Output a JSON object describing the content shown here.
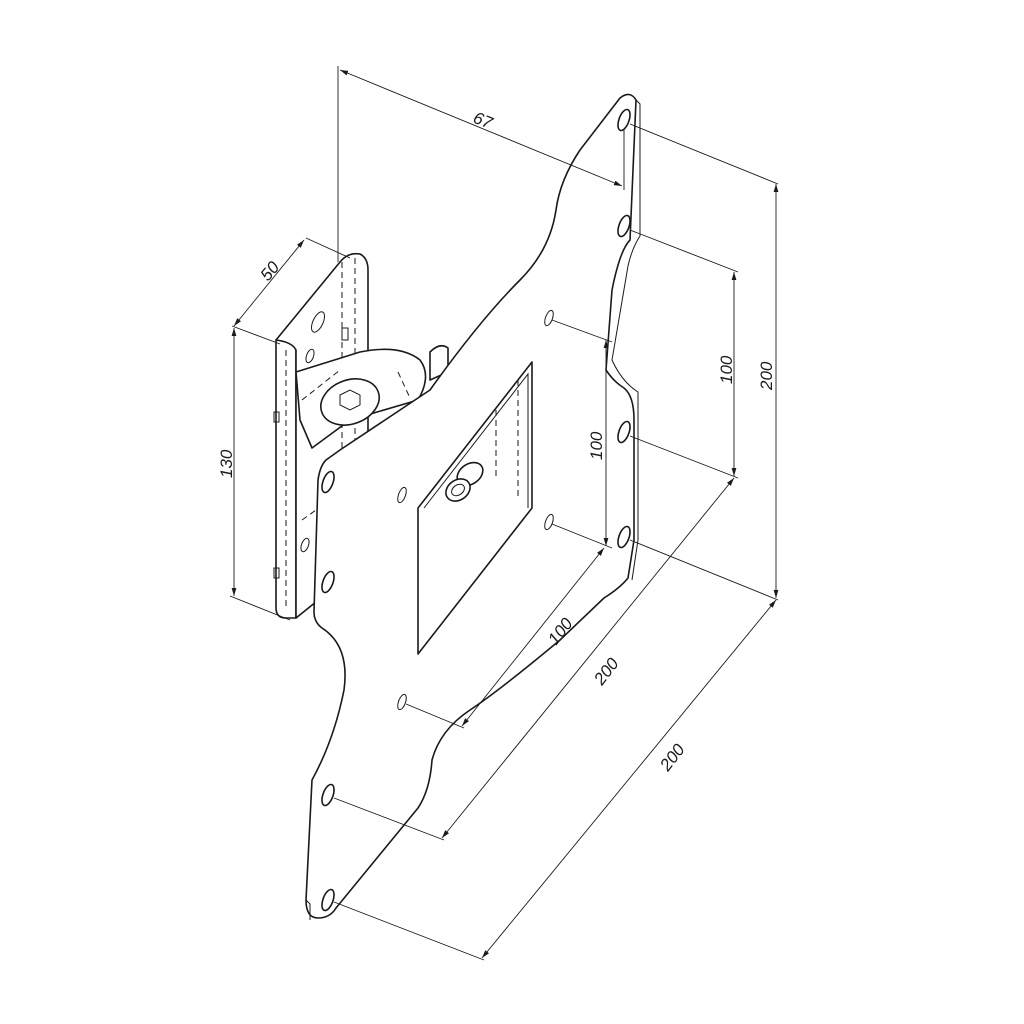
{
  "drawing": {
    "subject": "Tilting TV wall mount bracket, isometric line drawing with dimensions",
    "line_color": "#1a1a1a",
    "background": "#ffffff"
  },
  "dimensions": {
    "depth": {
      "label": "67"
    },
    "wall_plate_width": {
      "label": "50"
    },
    "wall_plate_height": {
      "label": "130"
    },
    "vesa_inner_vertical": {
      "label": "100"
    },
    "vesa_mid_vertical": {
      "label": "100"
    },
    "vesa_outer_vertical": {
      "label": "200"
    },
    "vesa_inner_horizontal": {
      "label": "100"
    },
    "vesa_mid_horizontal": {
      "label": "200"
    },
    "vesa_outer_horizontal": {
      "label": "200"
    }
  }
}
